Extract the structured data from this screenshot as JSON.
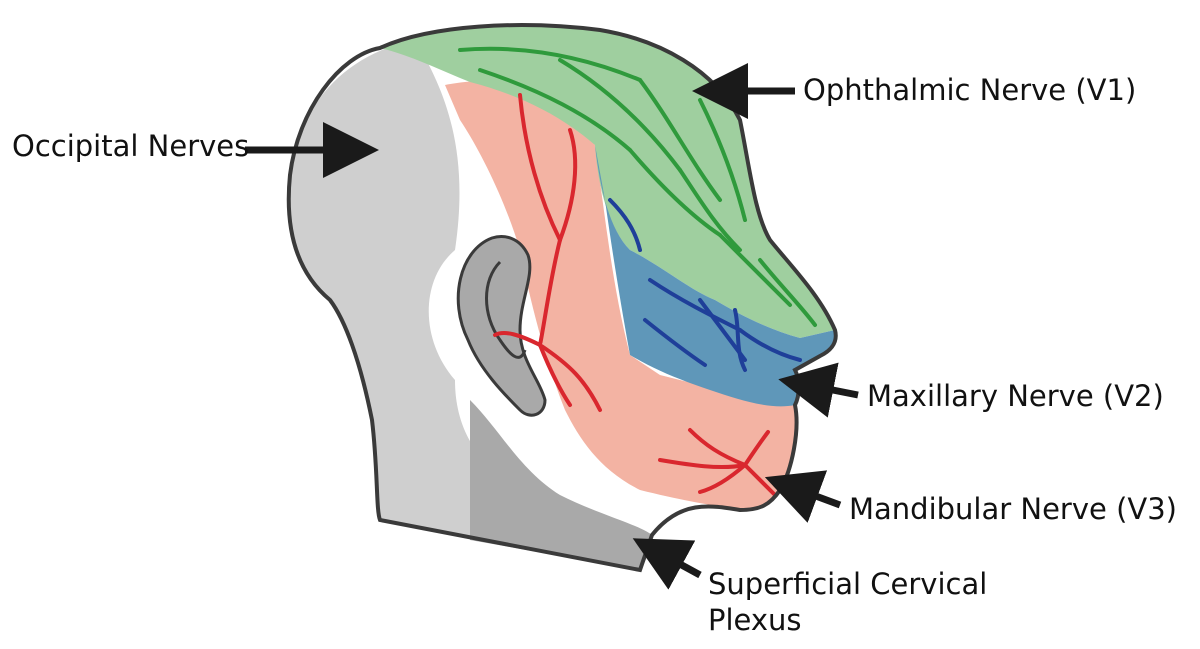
{
  "labels": {
    "occipital": "Occipital Nerves",
    "ophthalmic": "Ophthalmic Nerve (V1)",
    "maxillary": "Maxillary Nerve (V2)",
    "mandibular": "Mandibular Nerve (V3)",
    "cervical_line1": "Superficial Cervical",
    "cervical_line2": "Plexus"
  },
  "colors": {
    "skin_gray": "#cfcfcf",
    "skin_gray_dark": "#a9a9a9",
    "outline": "#3a3a3a",
    "ophthalmic_region": "#9fcf9f",
    "ophthalmic_nerve": "#2f9a3c",
    "maxillary_region": "#5f97b9",
    "maxillary_nerve": "#1f3f99",
    "mandibular_region": "#f3b3a3",
    "mandibular_nerve": "#d9272e",
    "arrow": "#1a1a1a"
  }
}
